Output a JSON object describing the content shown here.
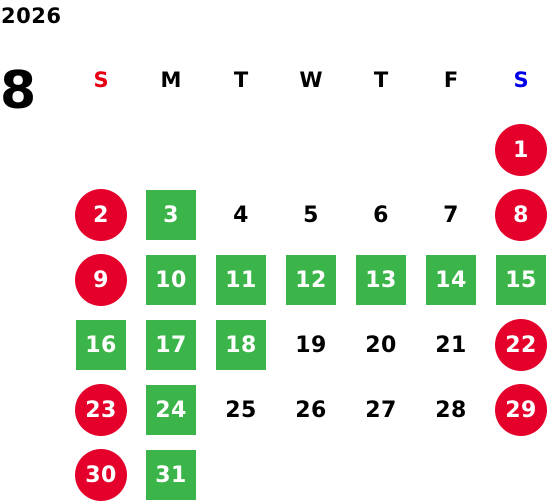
{
  "calendar": {
    "year": "2026",
    "month": "8",
    "weekdays": [
      {
        "label": "S",
        "color": "#e60012"
      },
      {
        "label": "M",
        "color": "#000000"
      },
      {
        "label": "T",
        "color": "#000000"
      },
      {
        "label": "W",
        "color": "#000000"
      },
      {
        "label": "T",
        "color": "#000000"
      },
      {
        "label": "F",
        "color": "#000000"
      },
      {
        "label": "S",
        "color": "#0000e6"
      }
    ],
    "first_weekday_index": 6,
    "colors": {
      "holiday": "#e4002b",
      "event": "#3bb54a",
      "plain_text": "#000000"
    },
    "days": [
      {
        "day": "1",
        "type": "holiday"
      },
      {
        "day": "2",
        "type": "holiday"
      },
      {
        "day": "3",
        "type": "event"
      },
      {
        "day": "4",
        "type": "plain"
      },
      {
        "day": "5",
        "type": "plain"
      },
      {
        "day": "6",
        "type": "plain"
      },
      {
        "day": "7",
        "type": "plain"
      },
      {
        "day": "8",
        "type": "holiday"
      },
      {
        "day": "9",
        "type": "holiday"
      },
      {
        "day": "10",
        "type": "event"
      },
      {
        "day": "11",
        "type": "event"
      },
      {
        "day": "12",
        "type": "event"
      },
      {
        "day": "13",
        "type": "event"
      },
      {
        "day": "14",
        "type": "event"
      },
      {
        "day": "15",
        "type": "event"
      },
      {
        "day": "16",
        "type": "event"
      },
      {
        "day": "17",
        "type": "event"
      },
      {
        "day": "18",
        "type": "event"
      },
      {
        "day": "19",
        "type": "plain"
      },
      {
        "day": "20",
        "type": "plain"
      },
      {
        "day": "21",
        "type": "plain"
      },
      {
        "day": "22",
        "type": "holiday"
      },
      {
        "day": "23",
        "type": "holiday"
      },
      {
        "day": "24",
        "type": "event"
      },
      {
        "day": "25",
        "type": "plain"
      },
      {
        "day": "26",
        "type": "plain"
      },
      {
        "day": "27",
        "type": "plain"
      },
      {
        "day": "28",
        "type": "plain"
      },
      {
        "day": "29",
        "type": "holiday"
      },
      {
        "day": "30",
        "type": "holiday"
      },
      {
        "day": "31",
        "type": "event"
      }
    ]
  }
}
